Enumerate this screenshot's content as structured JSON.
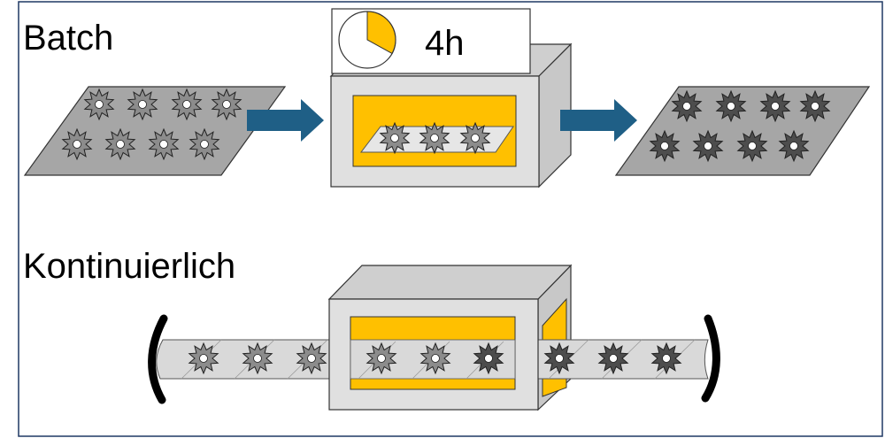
{
  "labels": {
    "batch": "Batch",
    "continuous": "Kontinuierlich",
    "duration": "4h"
  },
  "timer": {
    "elapsed_fraction": 0.33
  },
  "colors": {
    "frame": "#1f3864",
    "tray": "#a6a6a6",
    "oven": "#e0e0e0",
    "oven_side": "#c8c8c8",
    "heater": "#ffc000",
    "arrow": "#1f5f86",
    "gear_raw": "#8c8c8c",
    "gear_done": "#4d4d4d",
    "belt": "#d9d9d9"
  }
}
